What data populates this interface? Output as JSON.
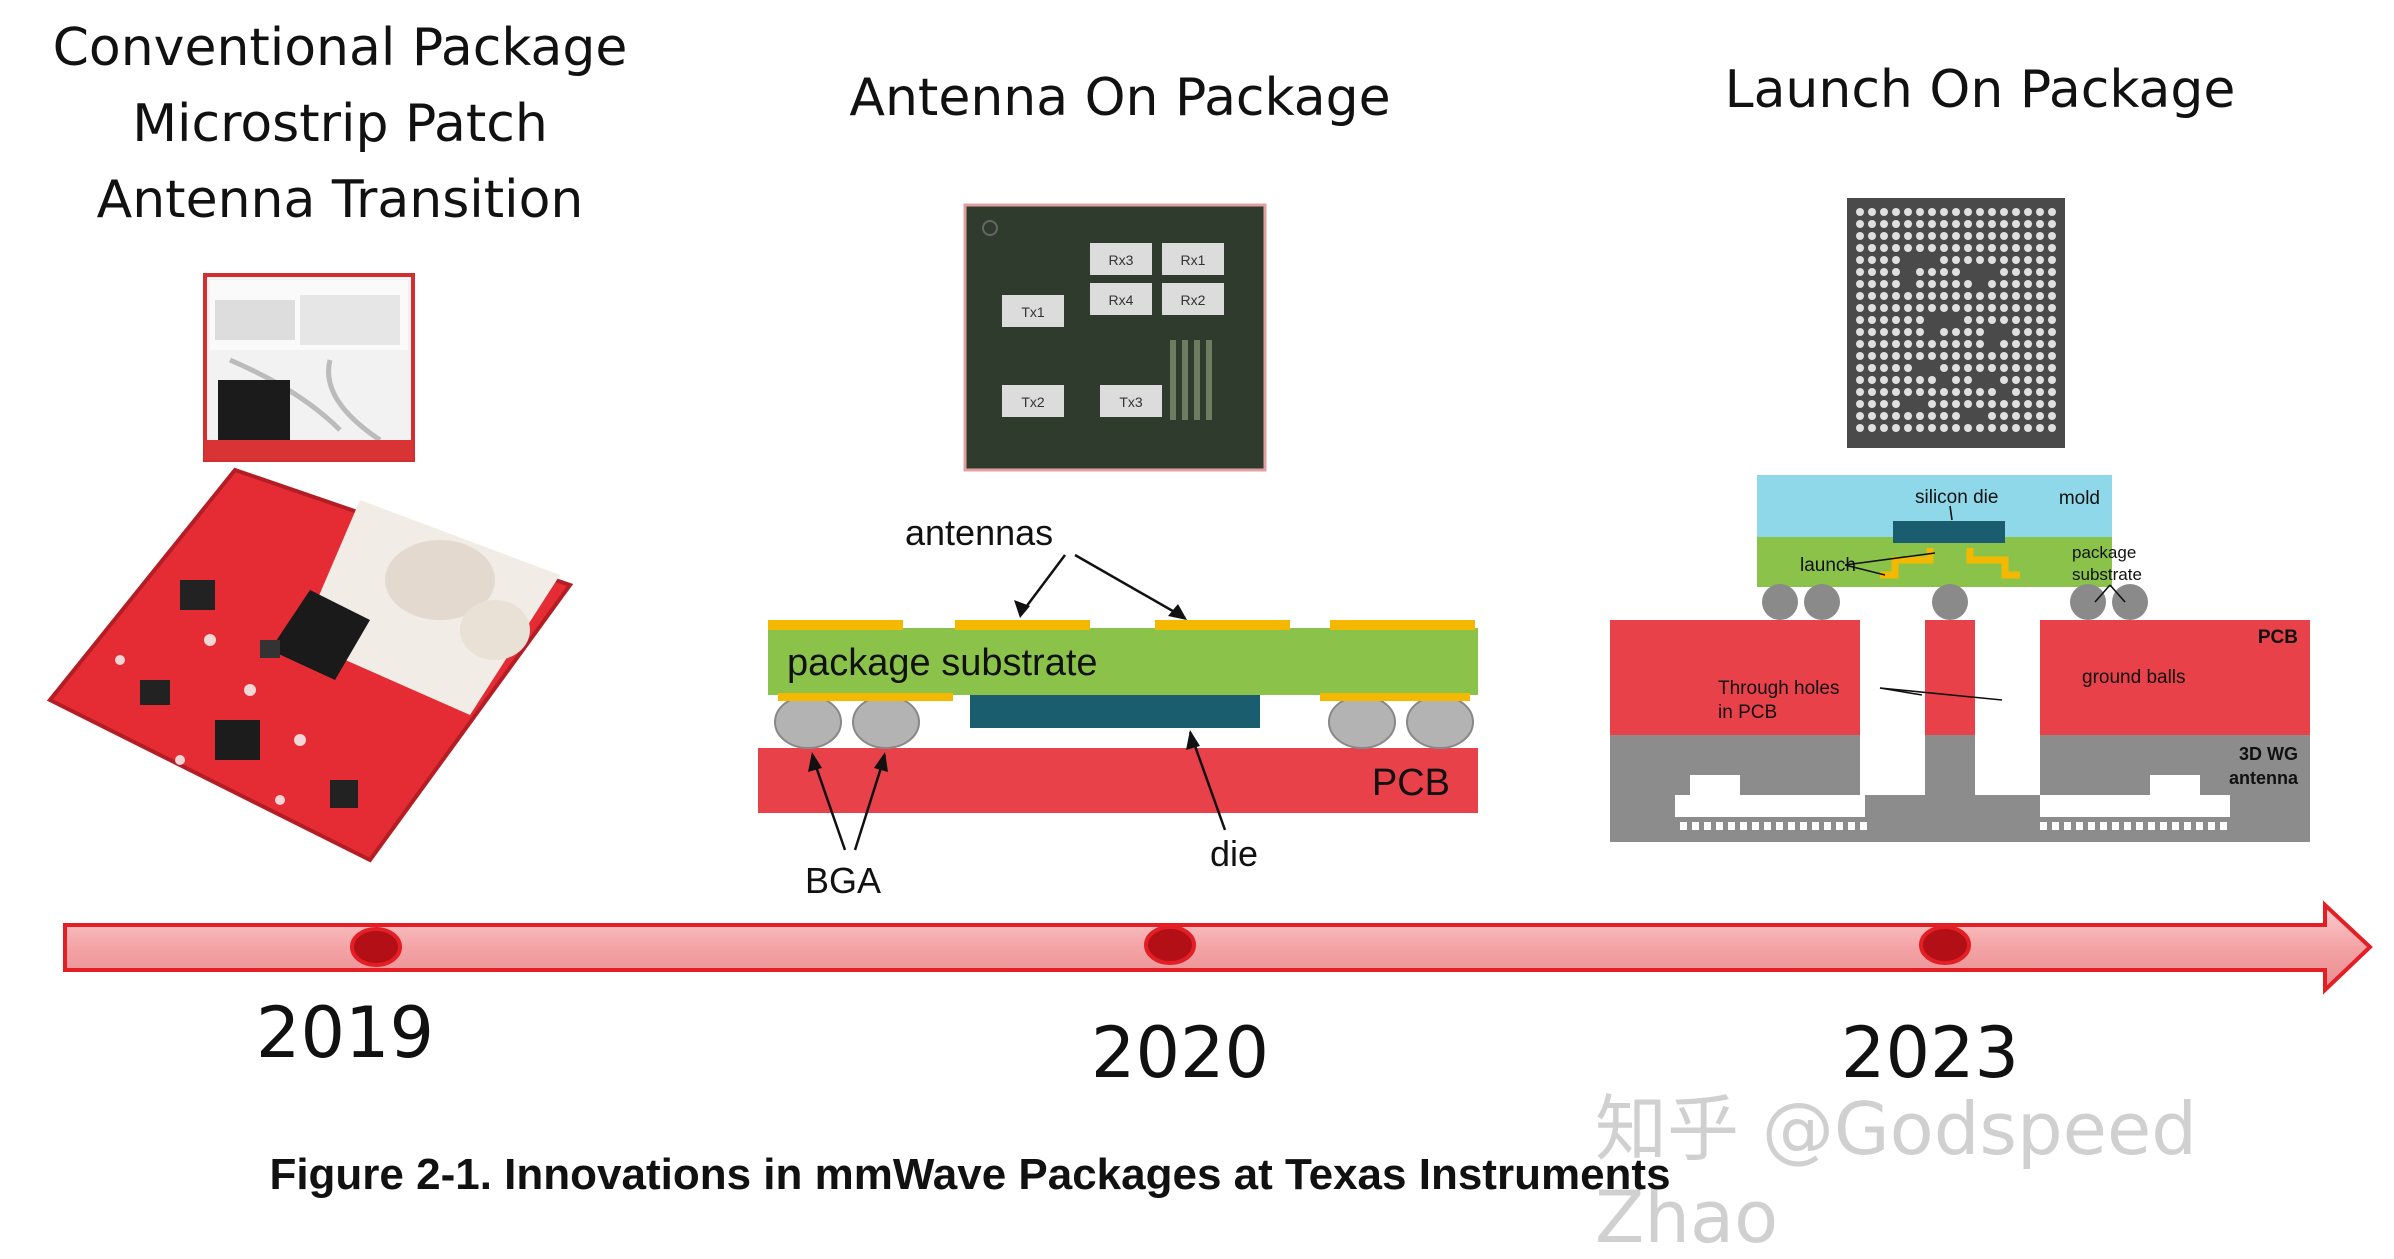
{
  "titles": {
    "col1": [
      "Conventional Package",
      "Microstrip Patch",
      "Antenna Transition"
    ],
    "col2": "Antenna On Package",
    "col3": "Launch On Package"
  },
  "chip2_labels": [
    "Rx3",
    "Rx1",
    "Rx4",
    "Rx2",
    "Tx1",
    "Tx2",
    "Tx3"
  ],
  "aop_diagram": {
    "antennas": "antennas",
    "substrate": "package substrate",
    "pcb": "PCB",
    "bga": "BGA",
    "die": "die"
  },
  "lop_diagram": {
    "silicon_die": "silicon die",
    "mold": "mold",
    "launch": "launch",
    "package_substrate_1": "package",
    "package_substrate_2": "substrate",
    "pcb": "PCB",
    "through_holes_1": "Through holes",
    "through_holes_2": "in PCB",
    "ground_balls": "ground balls",
    "wg_1": "3D WG",
    "wg_2": "antenna"
  },
  "timeline": {
    "years": [
      "2019",
      "2020",
      "2023"
    ],
    "color": "#e31e24"
  },
  "watermark": "知乎 @Godspeed Zhao",
  "caption": "Figure 2-1. Innovations in mmWave Packages at Texas Instruments",
  "colors": {
    "pcb_red": "#e8414a",
    "substrate_green": "#8bc34a",
    "antenna_gold": "#f5b800",
    "die_teal": "#1a5d6e",
    "mold_blue": "#8fd8ea",
    "wg_gray": "#8c8c8c"
  }
}
